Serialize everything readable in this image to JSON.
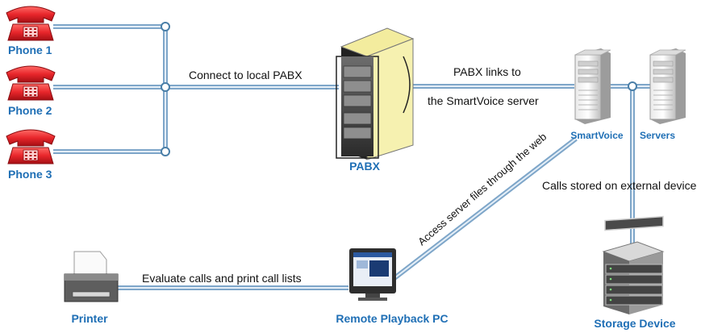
{
  "nodes": {
    "phone1": "Phone 1",
    "phone2": "Phone 2",
    "phone3": "Phone 3",
    "pabx": "PABX",
    "smartvoice": "SmartVoice",
    "servers": "Servers",
    "printer": "Printer",
    "playback_pc": "Remote Playback PC",
    "storage": "Storage Device"
  },
  "links": {
    "connect_pabx": "Connect to local PABX",
    "pabx_links_line1": "PABX links to",
    "pabx_links_line2": "the SmartVoice server",
    "access_web": "Access server files through the web",
    "calls_stored": "Calls stored on external device",
    "evaluate_print": "Evaluate calls and print call lists"
  },
  "colors": {
    "label_blue": "#1f6fb5",
    "link_line": "#7ea6c9",
    "phone_red": "#e8262b",
    "junction": "#4a7fa8"
  },
  "icons": {
    "phone": "telephone-icon",
    "pabx": "server-rack-icon",
    "server": "tower-server-icon",
    "printer": "printer-icon",
    "pc": "monitor-icon",
    "storage": "storage-array-icon"
  }
}
